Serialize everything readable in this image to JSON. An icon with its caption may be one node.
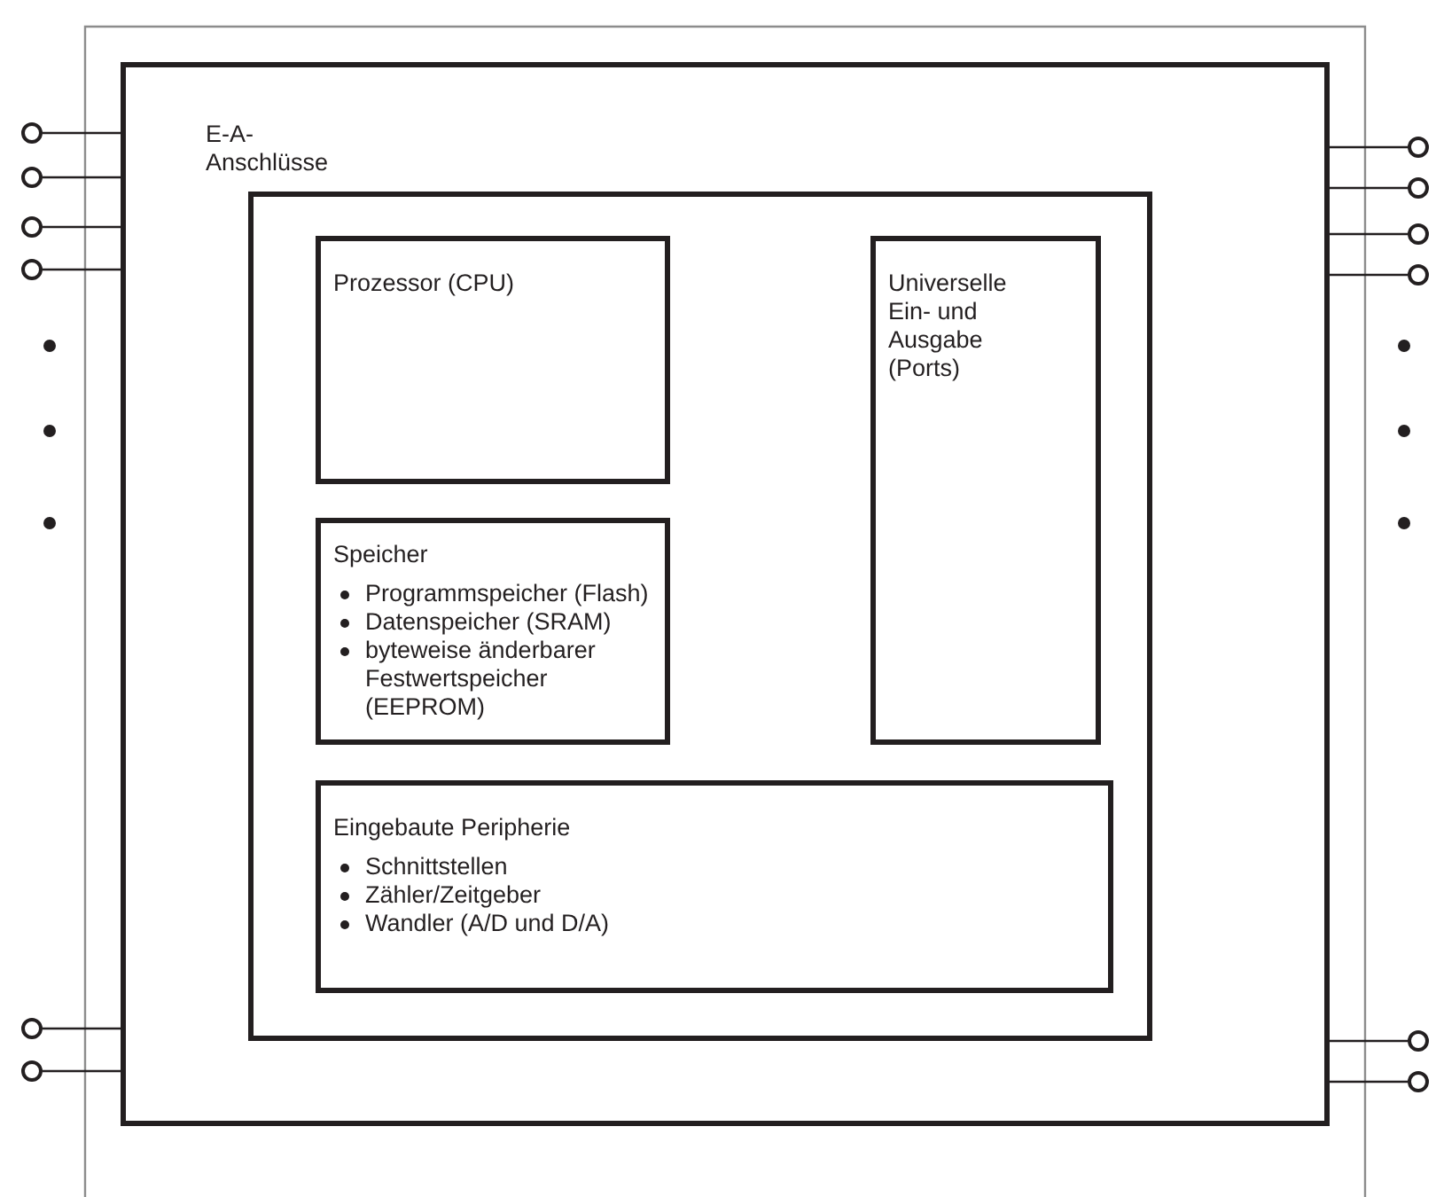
{
  "diagram": {
    "nodes": [
      {
        "text": [
          "E-A- Anschlüsse"
        ]
      },
      {
        "text": [],
        "shape": "box",
        "in": 0
      },
      {
        "text": [
          "Prozessor (CPU)"
        ],
        "in": 1
      },
      {
        "text": [
          "Universelle Ein- und Ausgabe (Ports)"
        ],
        "in": 1
      },
      {
        "text": [
          "Speicher",
          "Programmspeicher (Flash)",
          "Datenspeicher (SRAM)",
          "byteweise änderbarer Festwertspeicher (EEPROM)"
        ],
        "in": 1
      },
      {
        "text": [
          "Eingebaute Peripherie",
          "Schnittstellen",
          "Zähler/Zeitgeber",
          "Wandler (A/D und D/A)"
        ],
        "in": 1
      },
      {
        "text": [],
        "shape": "circle"
      },
      {
        "text": [],
        "shape": "circle"
      },
      {
        "text": [],
        "shape": "circle"
      },
      {
        "text": [],
        "shape": "circle"
      },
      {
        "text": [],
        "shape": "circle"
      },
      {
        "text": [],
        "shape": "circle"
      },
      {
        "text": [],
        "shape": "circle"
      },
      {
        "text": [],
        "shape": "circle"
      },
      {
        "text": [],
        "shape": "circle"
      },
      {
        "text": [],
        "shape": "circle"
      },
      {
        "text": [],
        "shape": "circle"
      },
      {
        "text": [],
        "shape": "circle"
      }
    ],
    "edges": [
      {
        "from": 6,
        "to": 0,
        "arrow": "none"
      },
      {
        "from": 7,
        "to": 0,
        "arrow": "none"
      },
      {
        "from": 8,
        "to": 0,
        "arrow": "none"
      },
      {
        "from": 9,
        "to": 0,
        "arrow": "none"
      },
      {
        "from": 10,
        "to": 0,
        "arrow": "none"
      },
      {
        "from": 11,
        "to": 0,
        "arrow": "none"
      },
      {
        "from": 12,
        "to": 0,
        "arrow": "none"
      },
      {
        "from": 13,
        "to": 0,
        "arrow": "none"
      },
      {
        "from": 14,
        "to": 0,
        "arrow": "none"
      },
      {
        "from": 15,
        "to": 0,
        "arrow": "none"
      },
      {
        "from": 16,
        "to": 0,
        "arrow": "none"
      },
      {
        "from": 17,
        "to": 0,
        "arrow": "none"
      }
    ]
  }
}
